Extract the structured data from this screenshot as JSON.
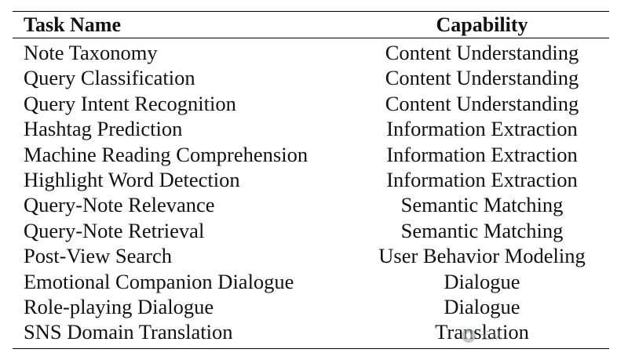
{
  "table": {
    "headers": {
      "task": "Task Name",
      "capability": "Capability"
    },
    "rows": [
      {
        "task": "Note Taxonomy",
        "capability": "Content Understanding"
      },
      {
        "task": "Query Classification",
        "capability": "Content Understanding"
      },
      {
        "task": "Query Intent Recognition",
        "capability": "Content Understanding"
      },
      {
        "task": "Hashtag Prediction",
        "capability": "Information Extraction"
      },
      {
        "task": "Machine Reading Comprehension",
        "capability": "Information Extraction"
      },
      {
        "task": "Highlight Word Detection",
        "capability": "Information Extraction"
      },
      {
        "task": "Query-Note Relevance",
        "capability": "Semantic Matching"
      },
      {
        "task": "Query-Note Retrieval",
        "capability": "Semantic Matching"
      },
      {
        "task": "Post-View Search",
        "capability": "User Behavior Modeling"
      },
      {
        "task": "Emotional Companion Dialogue",
        "capability": "Dialogue"
      },
      {
        "task": "Role-playing Dialogue",
        "capability": "Dialogue"
      },
      {
        "task": "SNS Domain Translation",
        "capability": "Translation"
      }
    ]
  },
  "watermark": {
    "icon": "watermark-logo-icon",
    "text": "云从"
  }
}
